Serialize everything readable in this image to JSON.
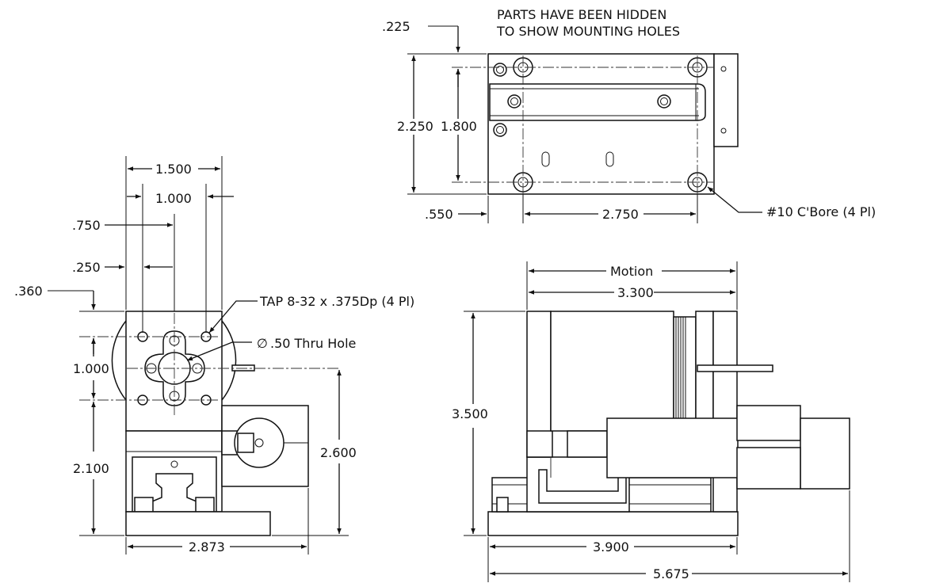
{
  "notes": {
    "hidden_line1": "PARTS HAVE BEEN HIDDEN",
    "hidden_line2": "TO SHOW MOUNTING HOLES",
    "cbore": "#10 C'Bore (4 Pl)",
    "tap": "TAP 8-32 x .375Dp (4 Pl)",
    "thru": ".50 Thru Hole",
    "motion": "Motion",
    "diameter_symbol": "∅"
  },
  "dims": {
    "top_225": ".225",
    "top_2250": "2.250",
    "top_1800": "1.800",
    "top_550": ".550",
    "top_2750": "2.750",
    "left_1500": "1.500",
    "left_1000h": "1.000",
    "left_750": ".750",
    "left_250": ".250",
    "left_360": ".360",
    "left_1000v": "1.000",
    "left_2100": "2.100",
    "left_2600": "2.600",
    "left_2873": "2.873",
    "right_3300": "3.300",
    "right_3500": "3.500",
    "right_3900": "3.900",
    "right_5675": "5.675"
  }
}
